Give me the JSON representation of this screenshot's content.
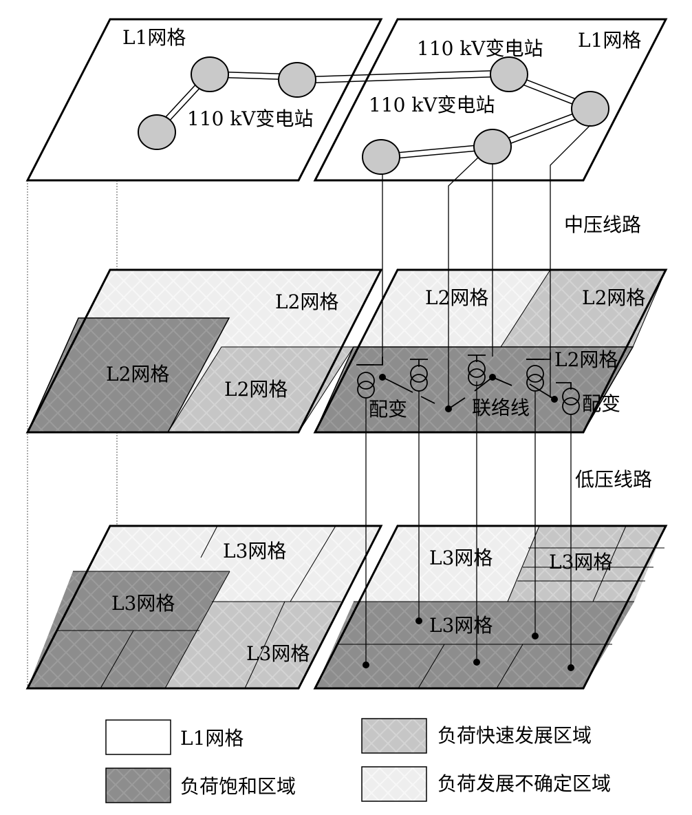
{
  "top_layer": {
    "grid_left_label": "L1网格",
    "grid_right_label": "L1网格",
    "substation_label_left": "110 kV变电站",
    "substation_label_right_top": "110 kV变电站",
    "substation_label_right_mid": "110 kV变电站"
  },
  "side_labels": {
    "mv_lines": "中压线路",
    "lv_lines": "低压线路"
  },
  "middle_layer": {
    "left_top": "L2网格",
    "left_dark": "L2网格",
    "left_light": "L2网格",
    "right_top_left": "L2网格",
    "right_top_right": "L2网格",
    "right_dark": "L2网格",
    "transformer_left": "配变",
    "tie_line": "联络线",
    "transformer_right": "配变"
  },
  "bottom_layer": {
    "left_top": "L3网格",
    "left_dark": "L3网格",
    "left_light": "L3网格",
    "right_top": "L3网格",
    "right_upper_right": "L3网格",
    "right_dark": "L3网格"
  },
  "legend": {
    "l1": "L1网格",
    "saturated": "负荷饱和区域",
    "fast": "负荷快速发展区域",
    "uncertain": "负荷发展不确定区域"
  },
  "colors": {
    "dark": "#8c8c8c",
    "medium": "#c4c4c4",
    "light": "#ececec",
    "node": "#c8c8c8"
  }
}
